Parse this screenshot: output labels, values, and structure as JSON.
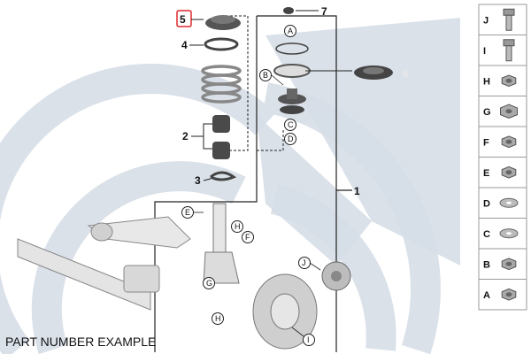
{
  "colors": {
    "background_graphic": "#c9d5e0",
    "line": "#222222",
    "part_fill": "#5a5a5a",
    "highlight": "#e0282c"
  },
  "callouts": {
    "c1": "1",
    "c2": "2",
    "c3": "3",
    "c4": "4",
    "c5": "5",
    "c6": "6",
    "c7": "7"
  },
  "circle_letters": {
    "A": "A",
    "B": "B",
    "C": "C",
    "D": "D",
    "E": "E",
    "F": "F",
    "G": "G",
    "H": "H",
    "I": "I",
    "J": "J"
  },
  "side_panel": {
    "items": [
      {
        "letter": "J",
        "icon": "bolt-icon"
      },
      {
        "letter": "I",
        "icon": "screw-icon"
      },
      {
        "letter": "H",
        "icon": "hex-nut-icon"
      },
      {
        "letter": "G",
        "icon": "flange-nut-icon"
      },
      {
        "letter": "F",
        "icon": "hex-nut-icon"
      },
      {
        "letter": "E",
        "icon": "lock-nut-icon"
      },
      {
        "letter": "D",
        "icon": "washer-icon"
      },
      {
        "letter": "C",
        "icon": "washer-icon"
      },
      {
        "letter": "B",
        "icon": "hex-nut-icon"
      },
      {
        "letter": "A",
        "icon": "hex-nut-icon"
      }
    ]
  },
  "footer": {
    "label": "PART NUMBER EXAMPLE"
  }
}
